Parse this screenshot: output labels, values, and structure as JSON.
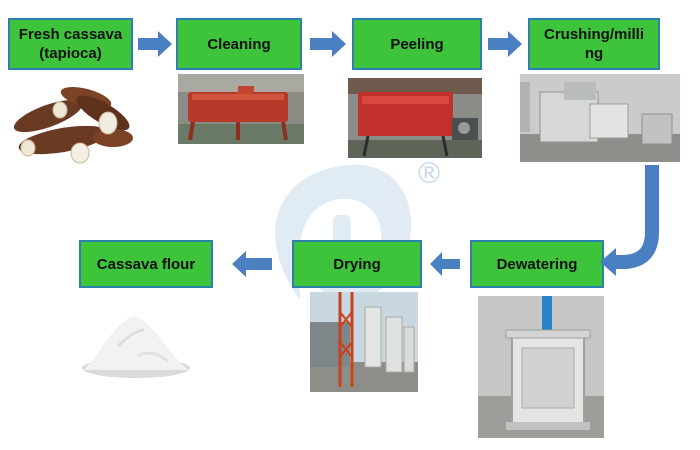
{
  "steps": [
    {
      "id": "fresh",
      "label": "Fresh cassava\n(tapioca)"
    },
    {
      "id": "cleaning",
      "label": "Cleaning"
    },
    {
      "id": "peeling",
      "label": "Peeling"
    },
    {
      "id": "crushing",
      "label": "Crushing/milli\nng"
    },
    {
      "id": "dewatering",
      "label": "Dewatering"
    },
    {
      "id": "drying",
      "label": "Drying"
    },
    {
      "id": "flour",
      "label": "Cassava flour"
    }
  ],
  "colors": {
    "step_fill": "#3ec43a",
    "step_border": "#2f7fae",
    "arrow": "#4a7fc1"
  },
  "watermark": {
    "mark": "®"
  }
}
